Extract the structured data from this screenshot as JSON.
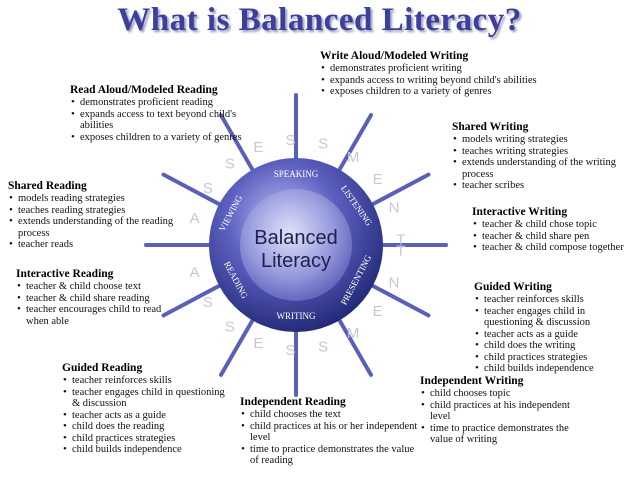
{
  "title": "What is Balanced Literacy?",
  "center": {
    "line1": "Balanced",
    "line2": "Literacy",
    "ring_words": [
      "SPEAKING",
      "LISTENING",
      "PRESENTING",
      "WRITING",
      "READING",
      "VIEWING"
    ],
    "assess_letters": [
      "A",
      "S",
      "S",
      "E",
      "S",
      "S",
      "M",
      "E",
      "N",
      "T"
    ],
    "assess_letters_lower": [
      "A",
      "S",
      "S",
      "E",
      "S",
      "S",
      "M",
      "E",
      "N",
      "T"
    ]
  },
  "colors": {
    "title": "#3b3f9e",
    "globe_dark": "#1e2470",
    "globe_light": "#8c90d6",
    "spoke": "#5a5fb8",
    "ring_letter": "#c7c7d6"
  },
  "blocks": [
    {
      "id": "write-aloud",
      "heading": "Write Aloud/Modeled Writing",
      "items": [
        "demonstrates proficient writing",
        "expands access to writing beyond child's abilities",
        "exposes children to a variety of genres"
      ]
    },
    {
      "id": "read-aloud",
      "heading": "Read Aloud/Modeled Reading",
      "items": [
        "demonstrates proficient reading",
        "expands access to text beyond child's abilities",
        "exposes children to a variety of genres"
      ]
    },
    {
      "id": "shared-writing",
      "heading": "Shared Writing",
      "items": [
        "models writing strategies",
        "teaches writing strategies",
        "extends understanding of the writing process",
        "teacher scribes"
      ]
    },
    {
      "id": "shared-reading",
      "heading": "Shared Reading",
      "items": [
        "models reading strategies",
        "teaches reading strategies",
        "extends understanding of the reading process",
        "teacher reads"
      ]
    },
    {
      "id": "interactive-writing",
      "heading": "Interactive Writing",
      "items": [
        "teacher & child chose topic",
        "teacher & child share pen",
        "teacher & child compose together"
      ]
    },
    {
      "id": "interactive-reading",
      "heading": "Interactive Reading",
      "items": [
        "teacher & child choose text",
        "teacher & child share reading",
        "teacher encourages child to read when able"
      ]
    },
    {
      "id": "guided-writing",
      "heading": "Guided Writing",
      "items": [
        "teacher reinforces skills",
        "teacher engages child in questioning & discussion",
        "teacher acts as a guide",
        "child does the writing",
        "child practices strategies",
        "child builds independence"
      ]
    },
    {
      "id": "guided-reading",
      "heading": "Guided Reading",
      "items": [
        "teacher reinforces skills",
        "teacher engages child in questioning & discussion",
        "teacher acts as a guide",
        "child does the reading",
        "child practices strategies",
        "child builds independence"
      ]
    },
    {
      "id": "independent-reading",
      "heading": "Independent Reading",
      "items": [
        "child chooses the text",
        "child practices at his or her independent level",
        "time to practice demonstrates the value of reading"
      ]
    },
    {
      "id": "independent-writing",
      "heading": "Independent Writing",
      "items": [
        "child chooses topic",
        "child practices at his independent level",
        "time to practice demonstrates the value of writing"
      ]
    }
  ]
}
